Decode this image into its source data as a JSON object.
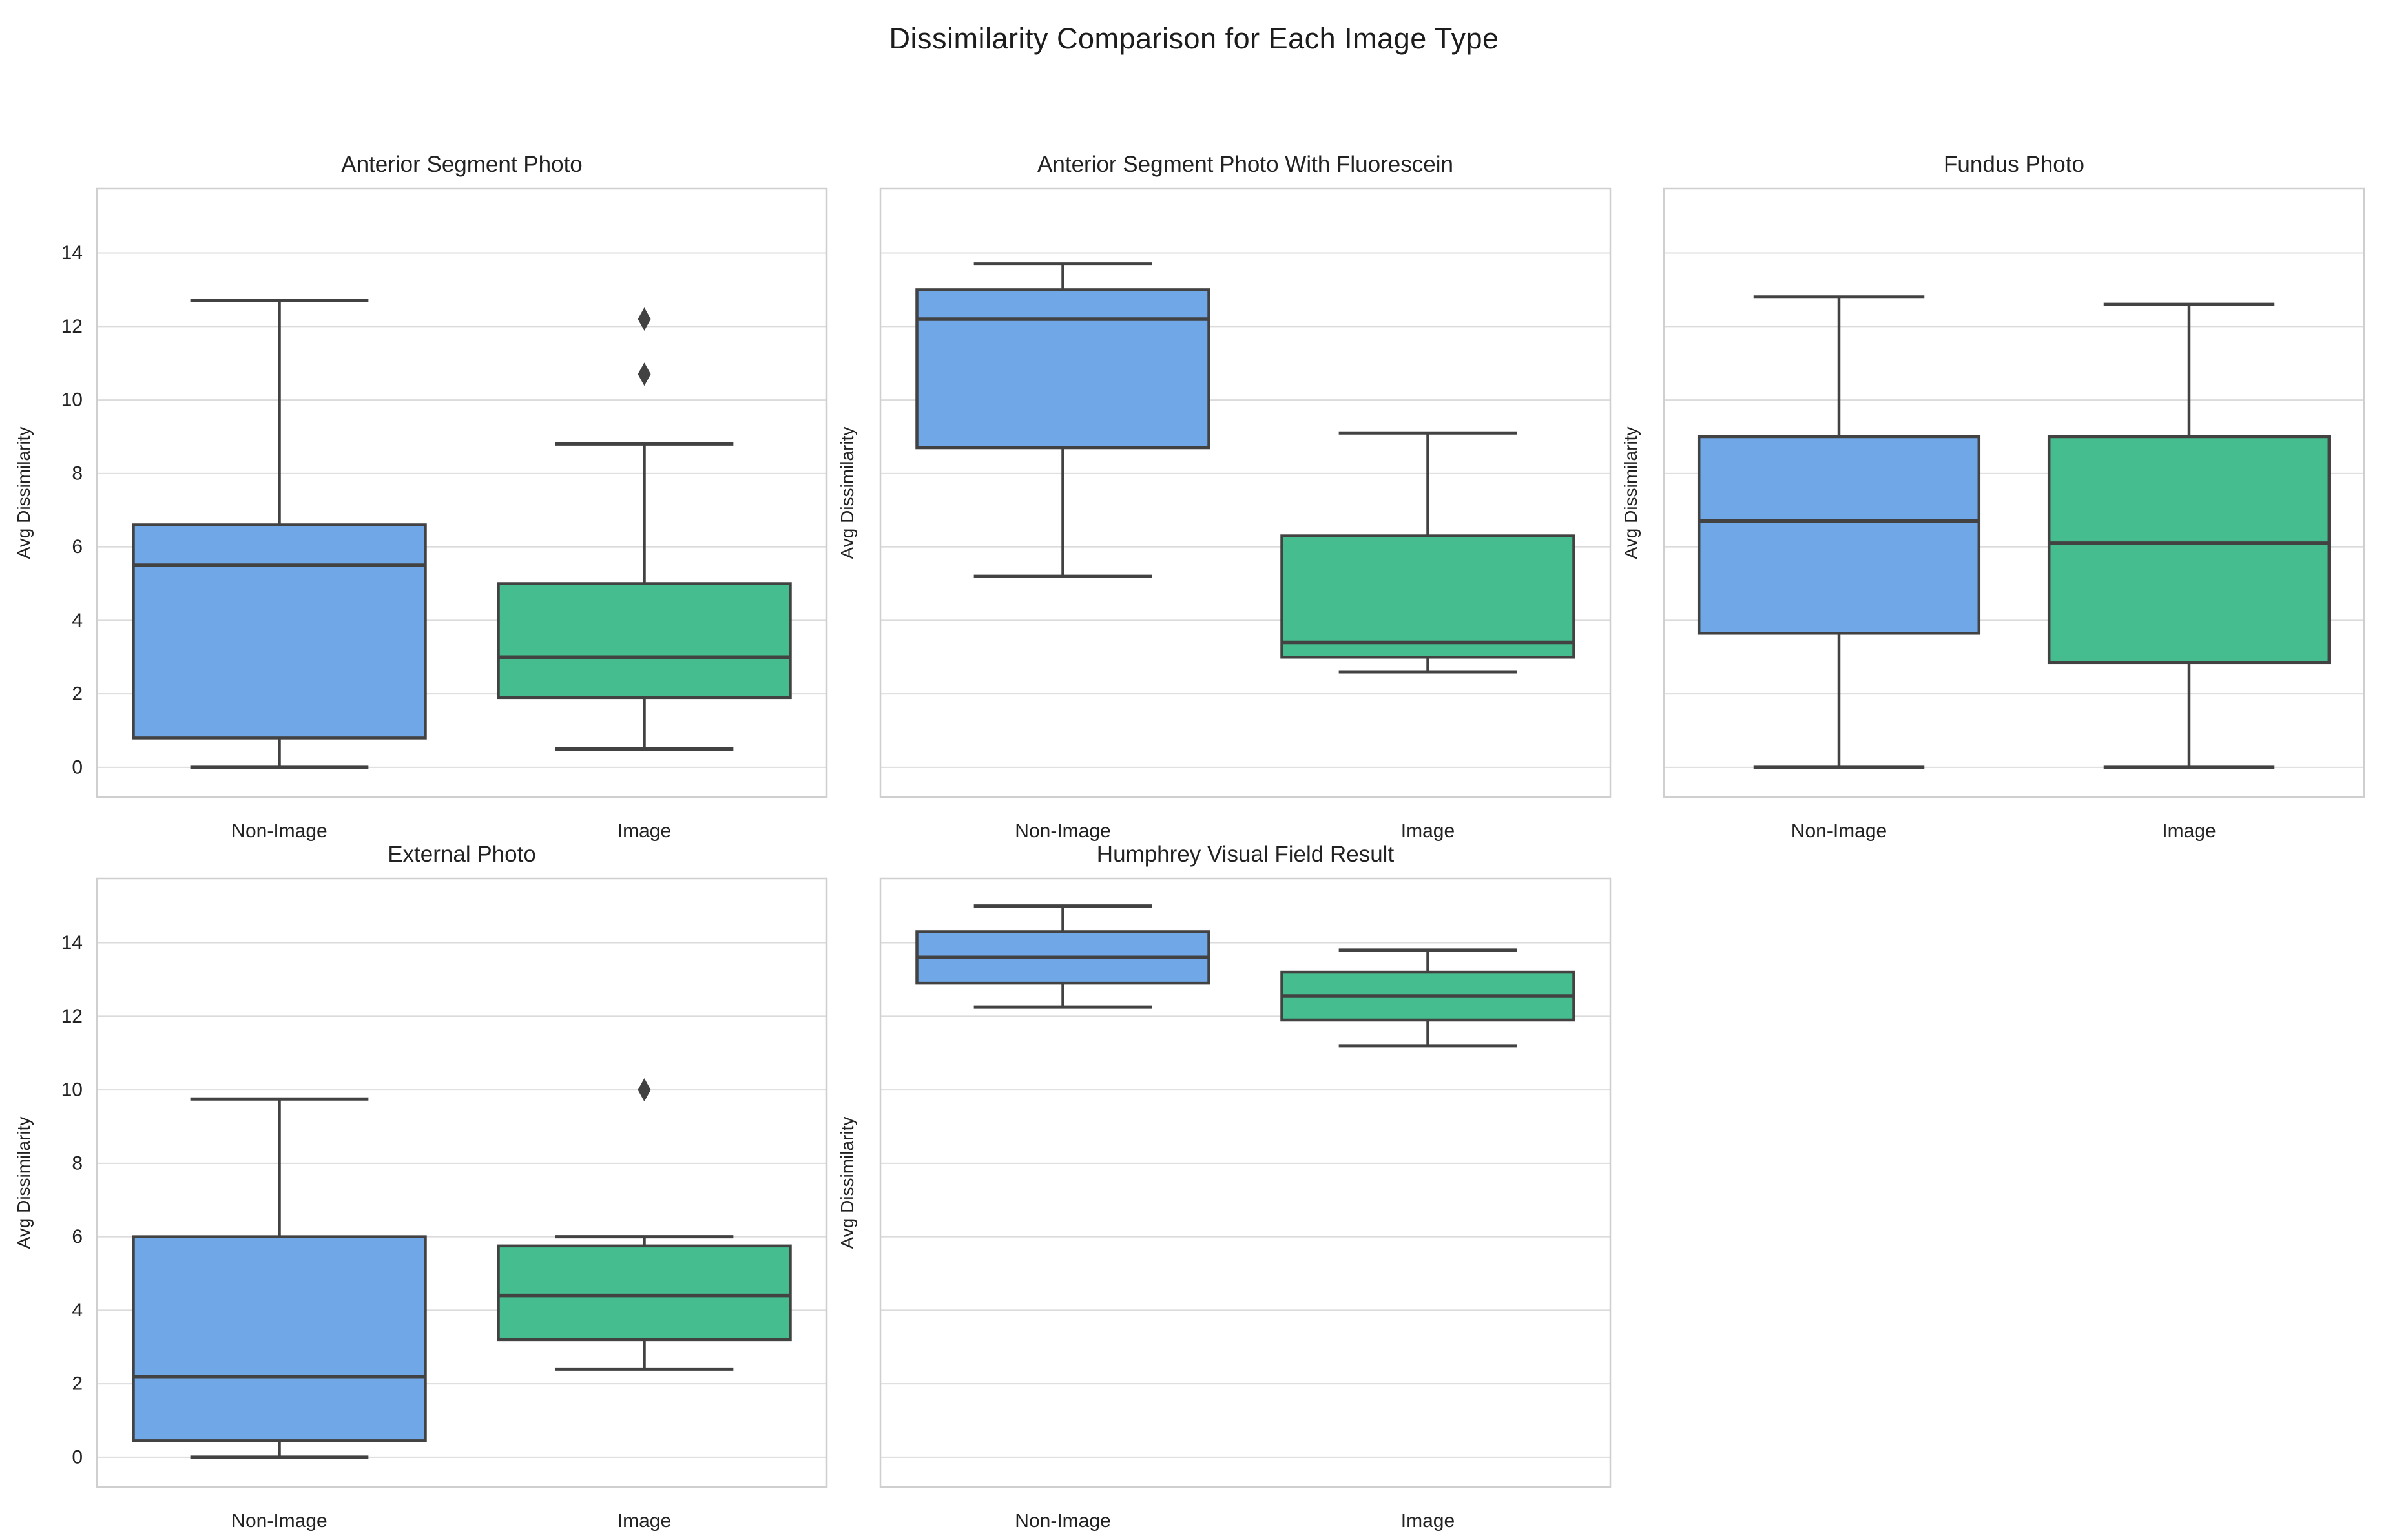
{
  "figure": {
    "title": "Dissimilarity Comparison for Each Image Type",
    "background": "#ffffff"
  },
  "palette": {
    "non_image": "#70A7E6",
    "image": "#45BD8E",
    "edge": "#424242",
    "grid": "#dbdbdb",
    "axis_border": "#cfcfcf",
    "text": "#222222"
  },
  "axis": {
    "ylabel": "Avg Dissimilarity",
    "yticks": [
      0,
      2,
      4,
      6,
      8,
      10,
      12,
      14
    ],
    "ylim": [
      -0.81,
      15.75
    ],
    "grid": true,
    "categories": [
      "Non-Image",
      "Image"
    ]
  },
  "chart_data": [
    {
      "type": "box",
      "title": "Anterior Segment Photo",
      "ylabel": "Avg Dissimilarity",
      "categories": [
        "Non-Image",
        "Image"
      ],
      "ylim": [
        -0.81,
        15.75
      ],
      "show_ytick_labels": true,
      "series": [
        {
          "name": "Non-Image",
          "color": "non_image",
          "whisker_low": 0.0,
          "q1": 0.8,
          "median": 5.5,
          "q3": 6.6,
          "whisker_high": 12.7,
          "outliers": []
        },
        {
          "name": "Image",
          "color": "image",
          "whisker_low": 0.5,
          "q1": 1.9,
          "median": 3.0,
          "q3": 5.0,
          "whisker_high": 8.8,
          "outliers": [
            10.7,
            12.2
          ]
        }
      ]
    },
    {
      "type": "box",
      "title": "Anterior Segment Photo With Fluorescein",
      "ylabel": "Avg Dissimilarity",
      "categories": [
        "Non-Image",
        "Image"
      ],
      "ylim": [
        -0.81,
        15.75
      ],
      "show_ytick_labels": false,
      "series": [
        {
          "name": "Non-Image",
          "color": "non_image",
          "whisker_low": 5.2,
          "q1": 8.7,
          "median": 12.2,
          "q3": 13.0,
          "whisker_high": 13.7,
          "outliers": []
        },
        {
          "name": "Image",
          "color": "image",
          "whisker_low": 2.6,
          "q1": 3.0,
          "median": 3.4,
          "q3": 6.3,
          "whisker_high": 9.1,
          "outliers": []
        }
      ]
    },
    {
      "type": "box",
      "title": "Fundus Photo",
      "ylabel": "Avg Dissimilarity",
      "categories": [
        "Non-Image",
        "Image"
      ],
      "ylim": [
        -0.81,
        15.75
      ],
      "show_ytick_labels": false,
      "series": [
        {
          "name": "Non-Image",
          "color": "non_image",
          "whisker_low": 0.0,
          "q1": 3.65,
          "median": 6.7,
          "q3": 9.0,
          "whisker_high": 12.8,
          "outliers": []
        },
        {
          "name": "Image",
          "color": "image",
          "whisker_low": 0.0,
          "q1": 2.85,
          "median": 6.1,
          "q3": 9.0,
          "whisker_high": 12.6,
          "outliers": []
        }
      ]
    },
    {
      "type": "box",
      "title": "External Photo",
      "ylabel": "Avg Dissimilarity",
      "categories": [
        "Non-Image",
        "Image"
      ],
      "ylim": [
        -0.81,
        15.75
      ],
      "show_ytick_labels": true,
      "series": [
        {
          "name": "Non-Image",
          "color": "non_image",
          "whisker_low": 0.0,
          "q1": 0.45,
          "median": 2.2,
          "q3": 6.0,
          "whisker_high": 9.75,
          "outliers": []
        },
        {
          "name": "Image",
          "color": "image",
          "whisker_low": 2.4,
          "q1": 3.2,
          "median": 4.4,
          "q3": 5.75,
          "whisker_high": 6.0,
          "outliers": [
            10.0
          ]
        }
      ]
    },
    {
      "type": "box",
      "title": "Humphrey Visual Field Result",
      "ylabel": "Avg Dissimilarity",
      "categories": [
        "Non-Image",
        "Image"
      ],
      "ylim": [
        -0.81,
        15.75
      ],
      "show_ytick_labels": false,
      "series": [
        {
          "name": "Non-Image",
          "color": "non_image",
          "whisker_low": 12.25,
          "q1": 12.9,
          "median": 13.6,
          "q3": 14.3,
          "whisker_high": 15.0,
          "outliers": []
        },
        {
          "name": "Image",
          "color": "image",
          "whisker_low": 11.2,
          "q1": 11.9,
          "median": 12.55,
          "q3": 13.2,
          "whisker_high": 13.8,
          "outliers": []
        }
      ]
    }
  ]
}
